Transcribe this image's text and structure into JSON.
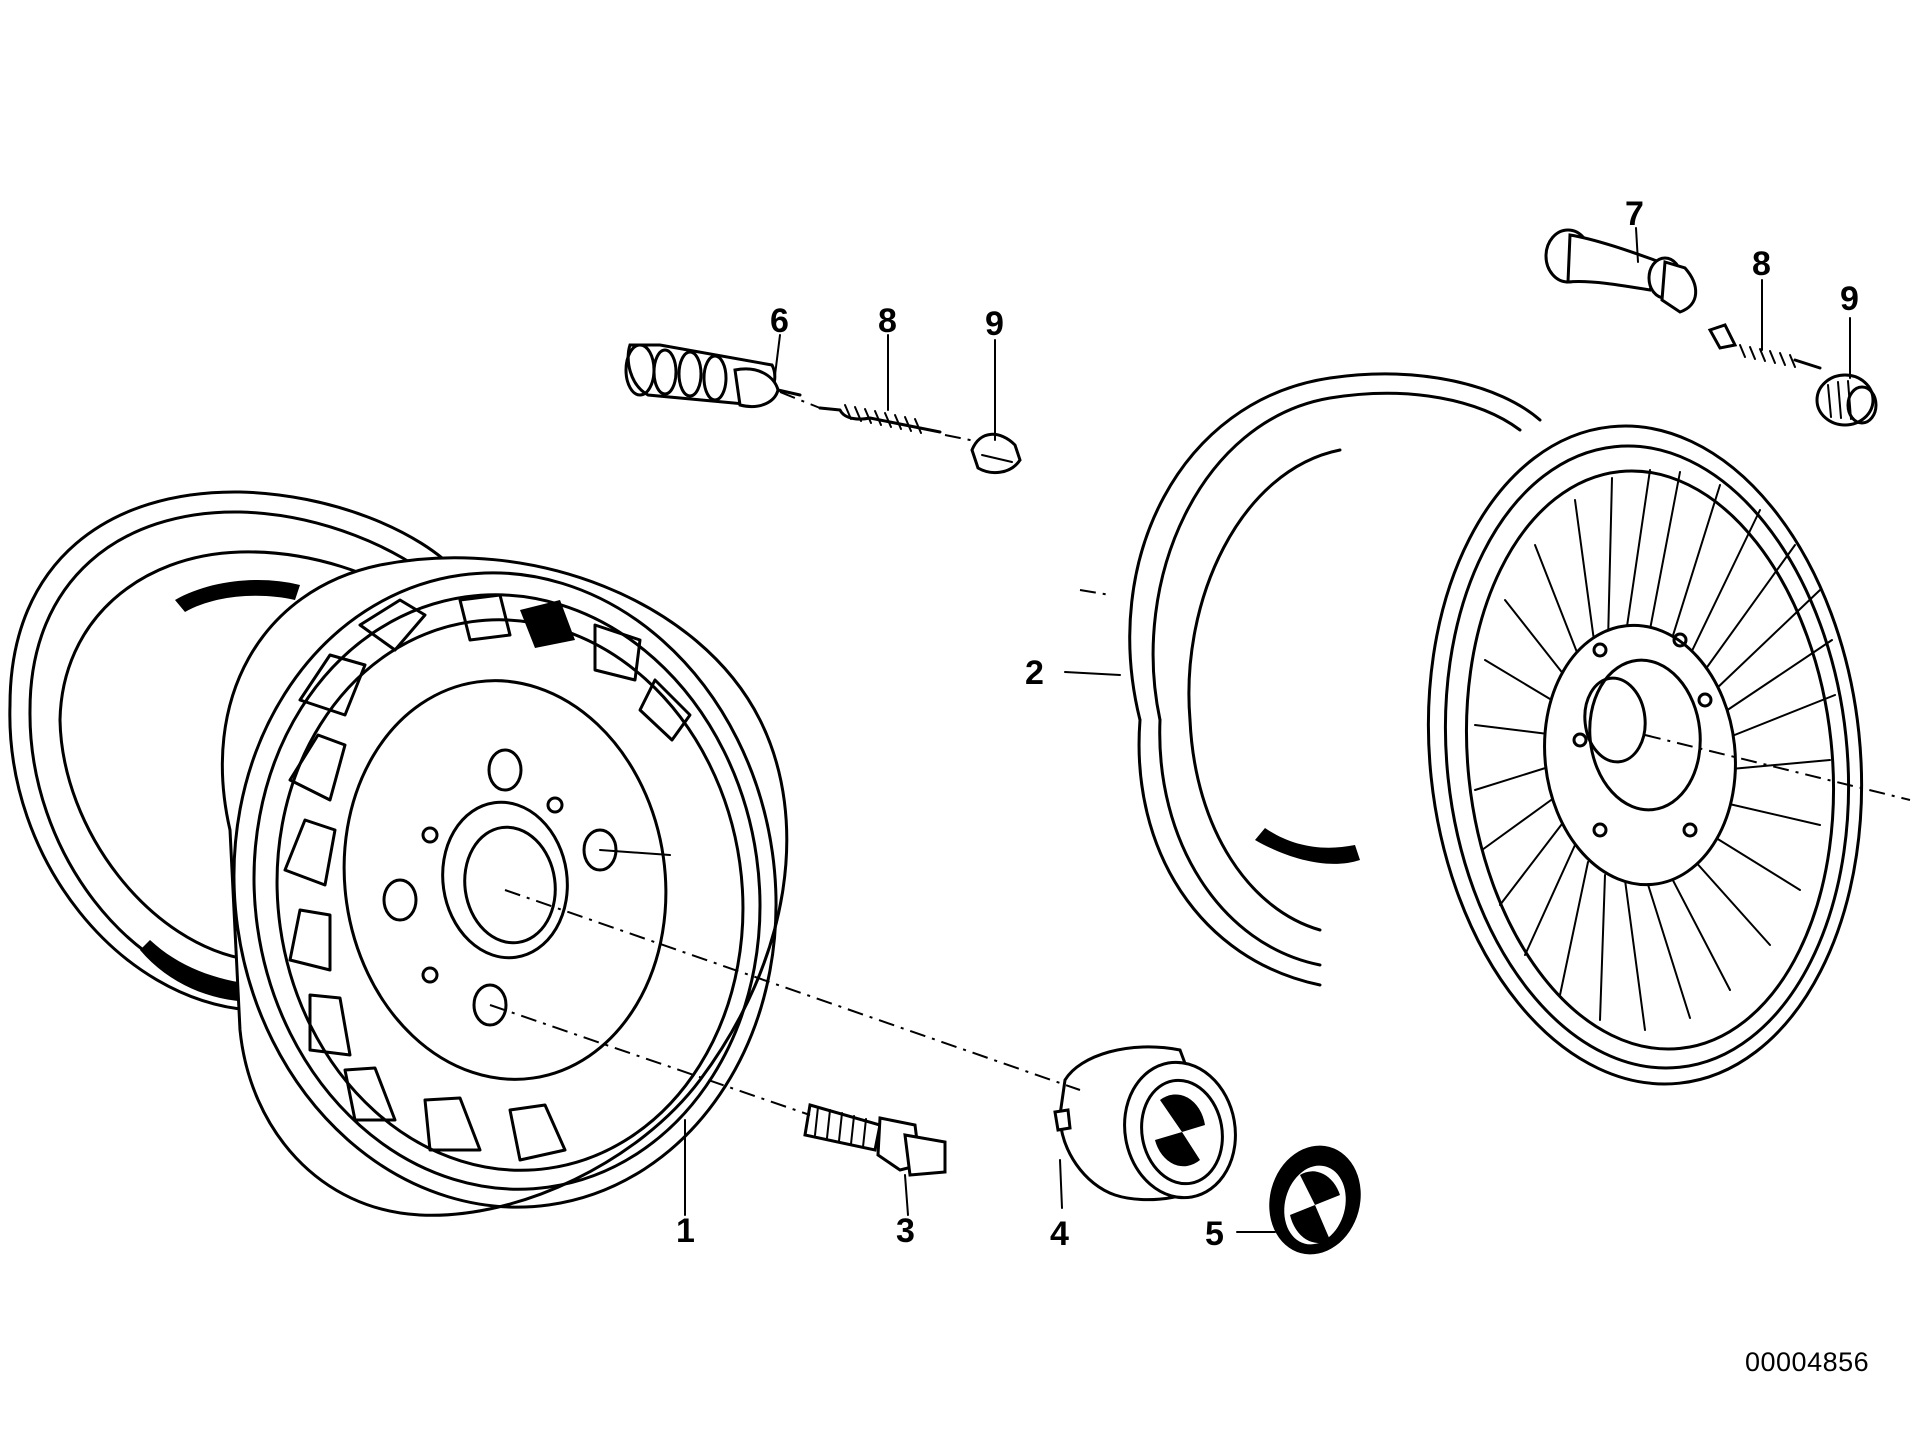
{
  "diagram_id": "00004856",
  "part_labels": {
    "p1": "1",
    "p2": "2",
    "p3": "3",
    "p4": "4",
    "p5": "5",
    "p6": "6",
    "p7": "7",
    "p8a": "8",
    "p8b": "8",
    "p9a": "9",
    "p9b": "9"
  },
  "colors": {
    "line": "#000000",
    "background": "#ffffff"
  }
}
